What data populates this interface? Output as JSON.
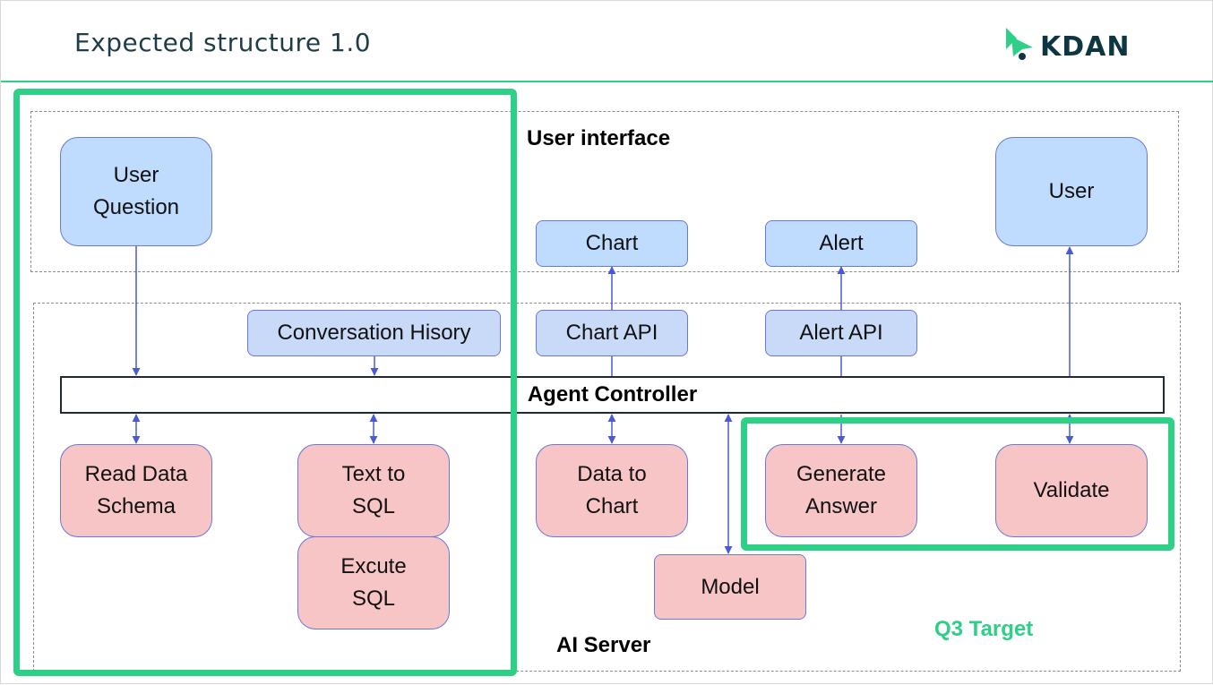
{
  "slide": {
    "title": "Expected structure 1.0",
    "logo_text": "KDAN",
    "accent_color": "#2ecf87"
  },
  "sections": {
    "user_interface": "User interface",
    "ai_server": "AI Server",
    "target_label": "Q3 Target"
  },
  "nodes": {
    "user_question": "User\nQuestion",
    "user": "User",
    "chart": "Chart",
    "alert": "Alert",
    "conversation_history": "Conversation Hisory",
    "chart_api": "Chart API",
    "alert_api": "Alert API",
    "agent_controller": "Agent Controller",
    "read_data_schema": "Read Data\nSchema",
    "text_to_sql": "Text to\nSQL",
    "execute_sql": "Excute\nSQL",
    "data_to_chart": "Data to\nChart",
    "generate_answer": "Generate\nAnswer",
    "validate": "Validate",
    "model": "Model"
  }
}
